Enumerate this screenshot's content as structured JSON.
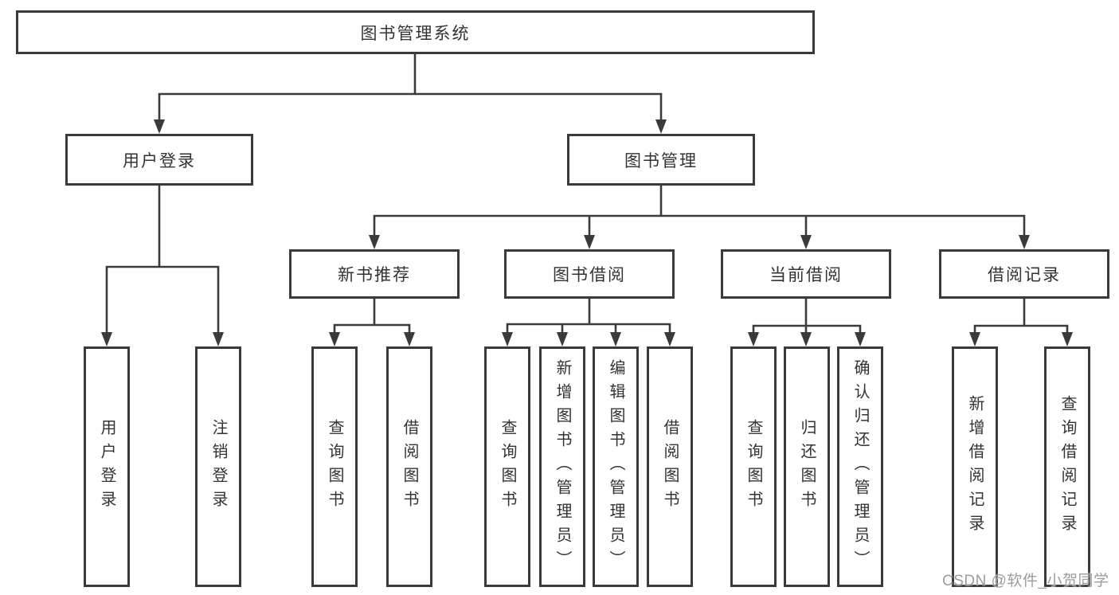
{
  "diagram_title": "图书管理系统",
  "nodes": {
    "root": "图书管理系统",
    "user_login": "用户登录",
    "book_management": "图书管理",
    "new_book_recommendation": "新书推荐",
    "book_borrowing": "图书借阅",
    "current_borrowing": "当前借阅",
    "borrowing_records": "借阅记录",
    "login": "用户登录",
    "logout": "注销登录",
    "nb_query_books": "查询图书",
    "nb_borrow_books": "借阅图书",
    "bb_query_books": "查询图书",
    "bb_add_books_admin": "新增图书（管理员）",
    "bb_edit_books_admin": "编辑图书（管理员）",
    "bb_borrow_books": "借阅图书",
    "cb_query_books": "查询图书",
    "cb_return_books": "归还图书",
    "cb_confirm_return_admin": "确认归还（管理员）",
    "br_add_record": "新增借阅记录",
    "br_query_record": "查询借阅记录"
  },
  "hierarchy": {
    "图书管理系统": {
      "用户登录": [
        "用户登录",
        "注销登录"
      ],
      "图书管理": {
        "新书推荐": [
          "查询图书",
          "借阅图书"
        ],
        "图书借阅": [
          "查询图书",
          "新增图书（管理员）",
          "编辑图书（管理员）",
          "借阅图书"
        ],
        "当前借阅": [
          "查询图书",
          "归还图书",
          "确认归还（管理员）"
        ],
        "借阅记录": [
          "新增借阅记录",
          "查询借阅记录"
        ]
      }
    }
  },
  "watermark": {
    "text": "CSDN @软件_小贺同学"
  },
  "colors": {
    "line": "#3a3a3a",
    "box_border": "#3a3a3a",
    "text": "#333333",
    "watermark": "#9c9c9c",
    "background": "#ffffff"
  }
}
